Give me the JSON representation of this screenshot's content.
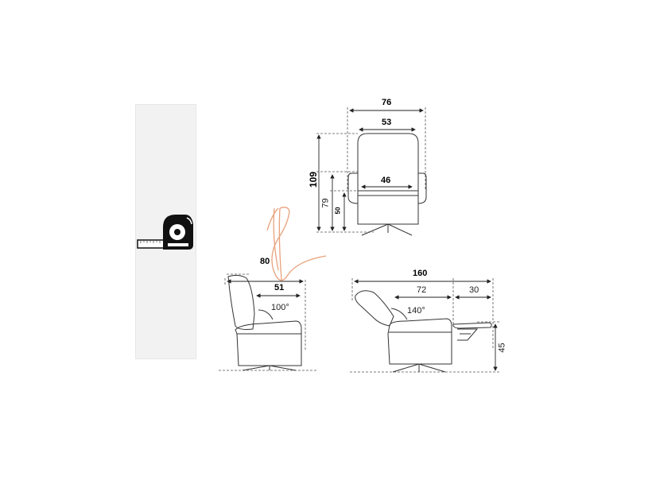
{
  "thumbnail": {
    "icon": "tape-measure-icon",
    "background": "#f2f2f2"
  },
  "front_view": {
    "total_width": "76",
    "backrest_width": "53",
    "seat_width": "46",
    "total_height": "109",
    "armrest_height": "79",
    "seat_height": "50"
  },
  "side_view": {
    "depth": "80",
    "seat_depth": "51",
    "recline_angle": "100°"
  },
  "reclined_view": {
    "total_length": "160",
    "seat_length": "72",
    "footrest_length": "30",
    "recline_angle": "140°",
    "footrest_height": "45"
  },
  "colors": {
    "line": "#333333",
    "dash": "#555555",
    "accent_scribble": "#e8a27c"
  }
}
